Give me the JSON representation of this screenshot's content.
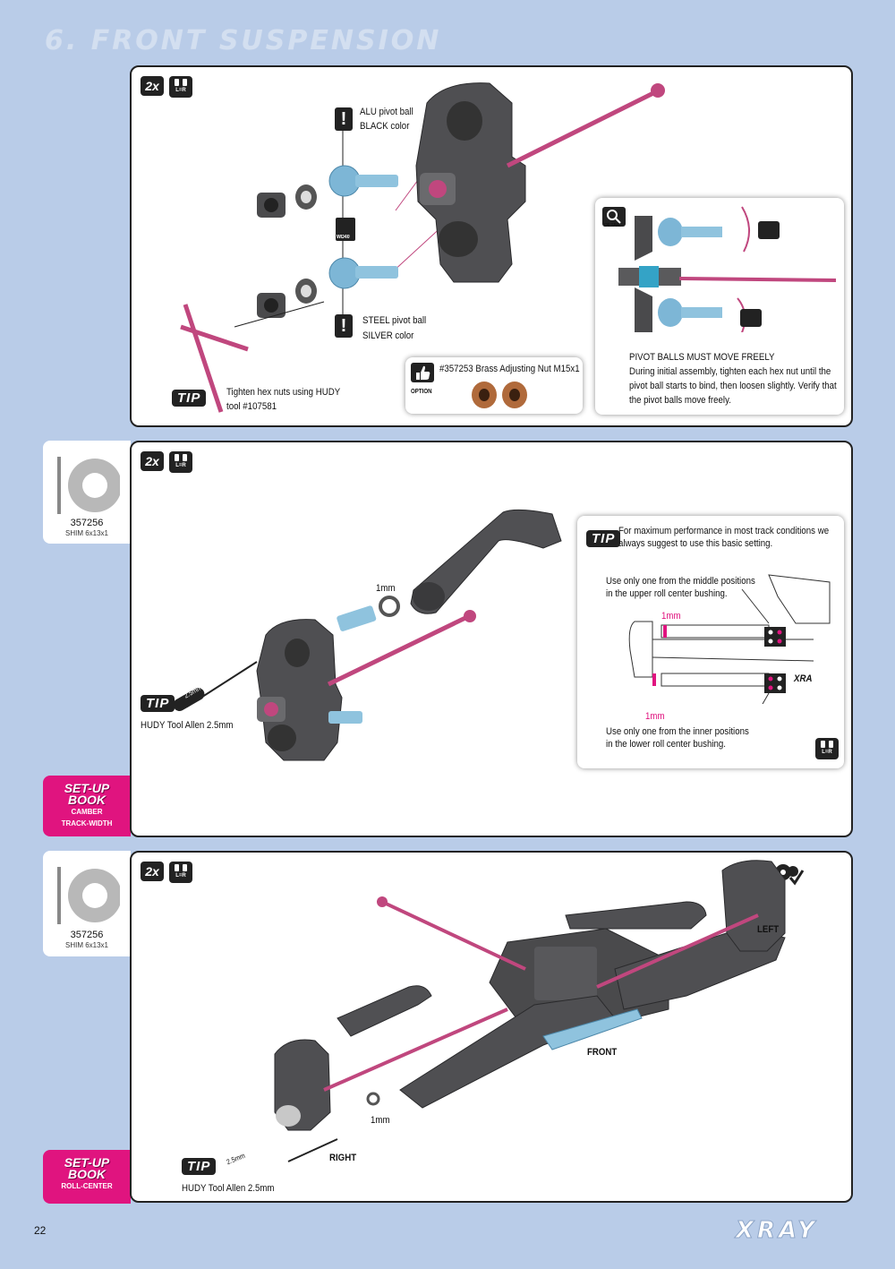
{
  "page": {
    "title": "6. FRONT SUSPENSION",
    "number": "22",
    "brand": "XRAY"
  },
  "step1": {
    "qty": "2x",
    "lr": "L=R",
    "alu_ball": [
      "ALU pivot ball",
      "BLACK color"
    ],
    "steel_ball": [
      "STEEL pivot ball",
      "SILVER color"
    ],
    "wd40": "WD40",
    "tip_label": "TIP",
    "tip_text": [
      "Tighten hex nuts using HUDY",
      "tool #107581"
    ],
    "option": {
      "label": "OPTION",
      "text": "#357253 Brass Adjusting Nut M15x1"
    },
    "detail": {
      "label": "DETAIL",
      "heading": "PIVOT BALLS MUST MOVE FREELY",
      "text": [
        "During initial assembly, tighten each hex nut until the",
        "pivot ball starts to bind, then loosen slightly.  Verify that",
        "the pivot balls move freely."
      ]
    }
  },
  "step2": {
    "qty": "2x",
    "lr": "L=R",
    "shim_gap": "1mm",
    "tip_label": "TIP",
    "tool_size": "2.5mm",
    "tool_text": "HUDY Tool Allen 2.5mm",
    "callout": {
      "tip_label": "TIP",
      "text": [
        "For maximum performance in most track conditions we",
        "always suggest to use this basic setting."
      ],
      "upper": [
        "Use only one from the middle positions",
        "in the upper roll center bushing."
      ],
      "lower": [
        "Use only one from the inner positions",
        "in the lower roll center bushing."
      ],
      "upper_gap": "1mm",
      "lower_gap": "1mm",
      "chassis_brand": "XRA",
      "lr": "L=R"
    }
  },
  "step3": {
    "qty": "2x",
    "lr": "L=R",
    "left": "LEFT",
    "front": "FRONT",
    "right": "RIGHT",
    "shim_gap": "1mm",
    "tip_label": "TIP",
    "tool_size": "2.5mm",
    "tool_text": "HUDY Tool Allen 2.5mm"
  },
  "parts": {
    "shim_number": "357256",
    "shim_desc": "SHIM 6x13x1"
  },
  "setup": {
    "title_1": "SET-UP",
    "title_2": "BOOK",
    "step2_sub_1": "CAMBER",
    "step2_sub_2": "TRACK-WIDTH",
    "step3_sub_1": "ROLL-CENTER"
  },
  "colors": {
    "background": "#b9cce8",
    "accent": "#e0147f",
    "part_gray": "#4a4a4c",
    "aluminum_blue": "#7db6d6",
    "pink_rod": "#c0477e"
  }
}
